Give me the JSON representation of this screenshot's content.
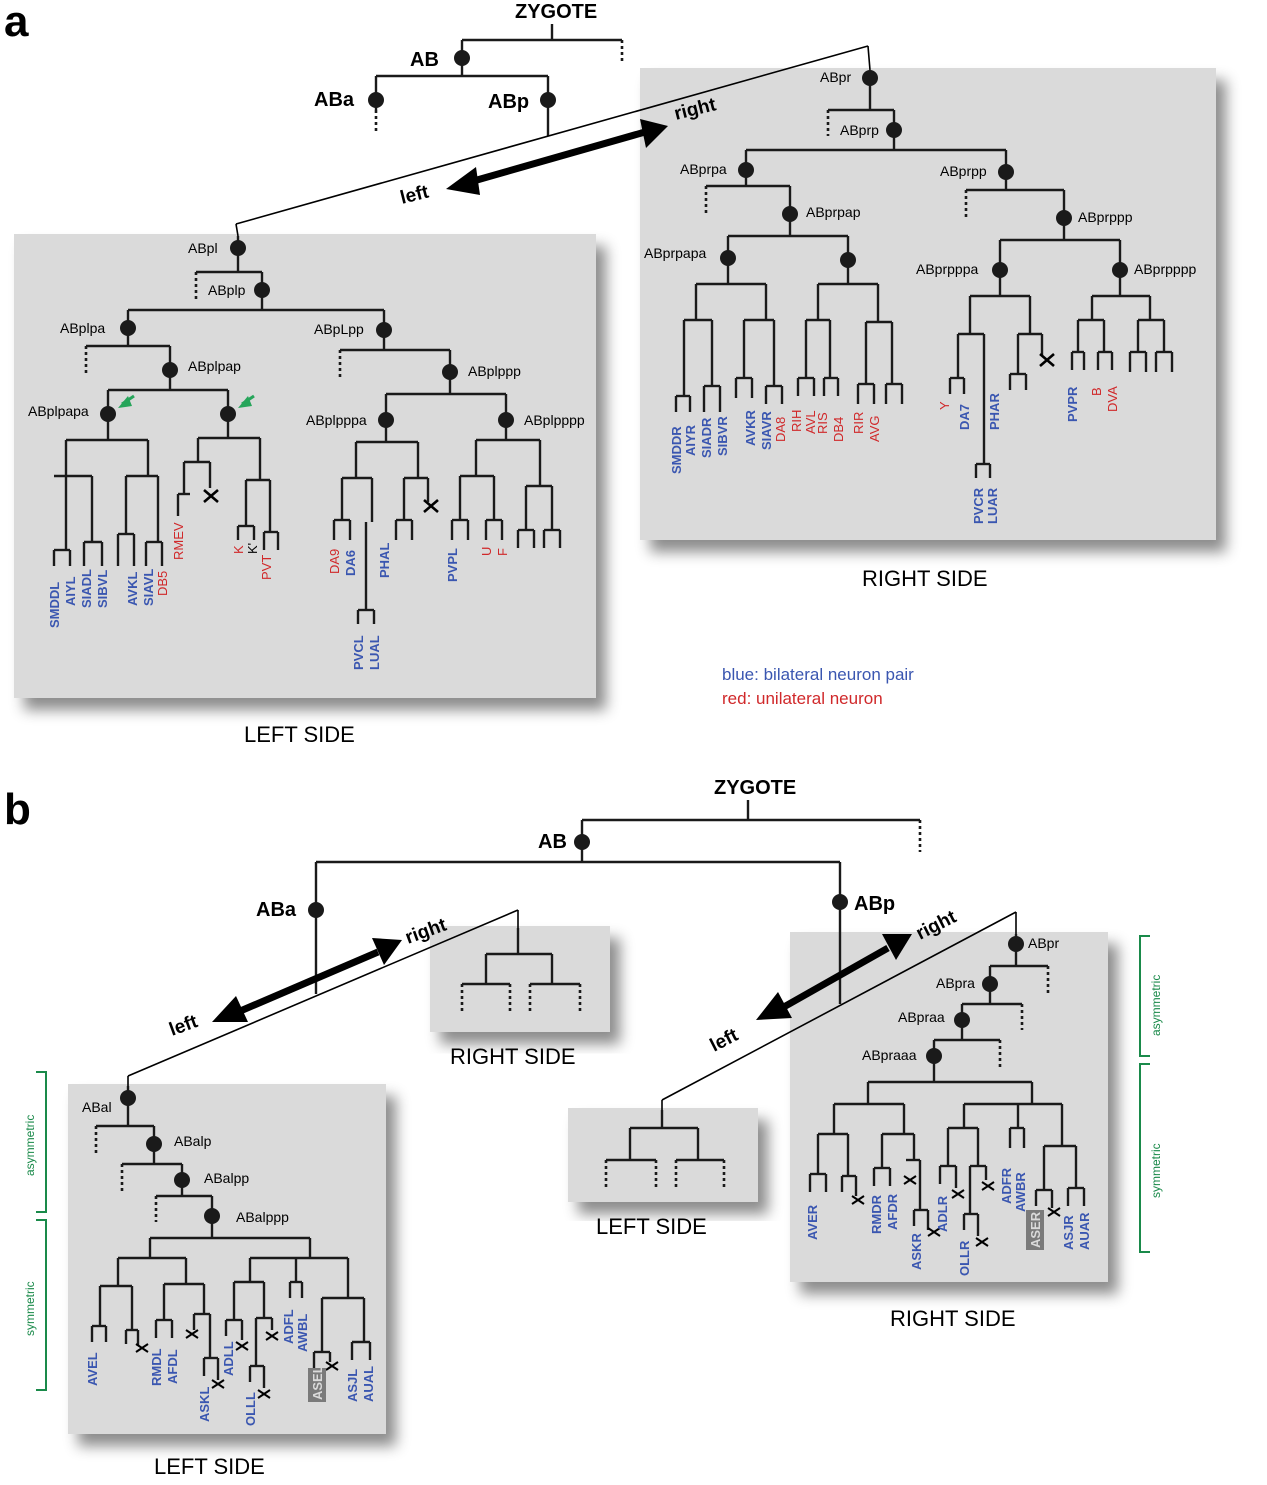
{
  "panel_a": {
    "letter": "a",
    "zygote": "ZYGOTE",
    "ab": "AB",
    "aba": "ABa",
    "abp": "ABp",
    "right": "right",
    "left": "left",
    "left_side": "LEFT SIDE",
    "right_side": "RIGHT SIDE",
    "legend_blue": "blue: bilateral neuron pair",
    "legend_red": "red: unilateral neuron",
    "left_cells": [
      "ABpl",
      "ABplp",
      "ABplpa",
      "ABplpap",
      "ABplpapa",
      "ABpLpp",
      "ABplppp",
      "ABplpppa",
      "ABplpppp"
    ],
    "right_cells": [
      "ABpr",
      "ABprp",
      "ABprpa",
      "ABprpp",
      "ABprpap",
      "ABprppp",
      "ABprpapa",
      "ABprpppa",
      "ABprpppp"
    ],
    "left_neurons_blue": [
      "SMDDL",
      "AIYL",
      "SIADL",
      "SIBVL",
      "AVKL",
      "SIAVL",
      "DA6",
      "PHAL",
      "PVCL",
      "LUAL",
      "PVPL"
    ],
    "left_neurons_red": [
      "DB5",
      "RMEV",
      "K",
      "PVT",
      "DA9",
      "U",
      "F"
    ],
    "left_neurons_black": [
      "K'"
    ],
    "right_neurons_blue": [
      "SMDDR",
      "AIYR",
      "SIADR",
      "SIBVR",
      "AVKR",
      "SIAVR",
      "DA7",
      "PHAR",
      "PVCR",
      "LUAR",
      "PVPR"
    ],
    "right_neurons_red": [
      "DA8",
      "RIH",
      "AVL",
      "RIS",
      "DB4",
      "RIR",
      "AVG",
      "Y",
      "B",
      "DVA"
    ]
  },
  "panel_b": {
    "letter": "b",
    "zygote": "ZYGOTE",
    "ab": "AB",
    "aba": "ABa",
    "abp": "ABp",
    "right": "right",
    "left": "left",
    "right_side_small": "RIGHT SIDE",
    "left_side_small": "LEFT SIDE",
    "left_side": "LEFT SIDE",
    "right_side": "RIGHT SIDE",
    "asymmetric": "asymmetric",
    "symmetric": "symmetric",
    "left_cells": [
      "ABal",
      "ABalp",
      "ABalpp",
      "ABalppp"
    ],
    "right_cells": [
      "ABpr",
      "ABpra",
      "ABpraa",
      "ABpraaa"
    ],
    "left_neurons": [
      "AVEL",
      "RMDL",
      "AFDL",
      "ASKL",
      "ADLL",
      "OLLL",
      "ADFL",
      "AWBL",
      "ASEL",
      "ASJL",
      "AUAL"
    ],
    "right_neurons": [
      "AVER",
      "RMDR",
      "AFDR",
      "ASKR",
      "ADLR",
      "OLLR",
      "ADFR",
      "AWBR",
      "ASER",
      "ASJR",
      "AUAR"
    ]
  },
  "colors": {
    "blue": "#3a56b0",
    "red": "#d0282a",
    "green": "#1a8a4a",
    "arrow_head": "#26a55a",
    "panel": "#dadada"
  }
}
